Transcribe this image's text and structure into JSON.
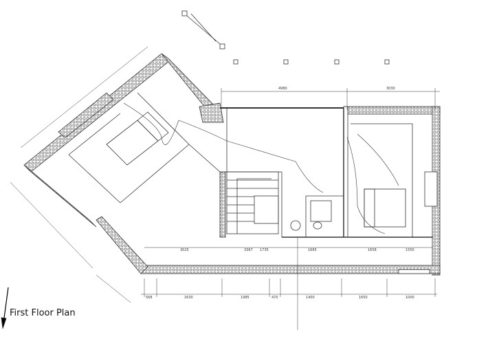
{
  "title": "First Floor Plan",
  "icons": [
    "north-arrow-icon",
    "column-marker-icon"
  ],
  "colors": {
    "line": "#333333",
    "wall_fill": "#f4f4f4"
  },
  "dimensions": {
    "top": [
      "4980",
      "3030"
    ],
    "inner_bottom": [
      "3025",
      "3367",
      "1735",
      "1665",
      "1658",
      "1550"
    ],
    "outer_bottom": [
      "568",
      "1630",
      "1985",
      "470",
      "1400",
      "1650",
      "1000"
    ]
  }
}
